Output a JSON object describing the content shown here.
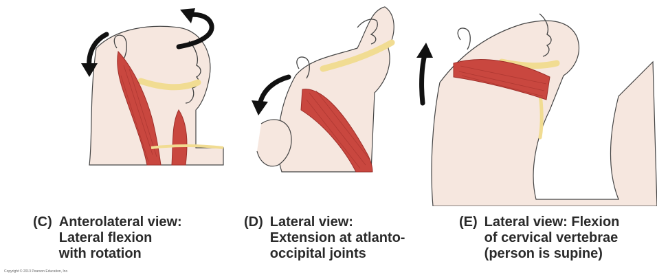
{
  "panels": [
    {
      "id": "c",
      "letter": "(C)",
      "lines": [
        "Anterolateral view:",
        "Lateral  flexion",
        "with rotation"
      ]
    },
    {
      "id": "d",
      "letter": "(D)",
      "lines": [
        "Lateral view:",
        "Extension at atlanto-",
        "occipital joints"
      ]
    },
    {
      "id": "e",
      "letter": "(E)",
      "lines": [
        "Lateral view: Flexion",
        "of cervical vertebrae",
        "(person is supine)"
      ]
    }
  ],
  "colors": {
    "muscle": "#c9473f",
    "muscle_dark": "#9e2f2a",
    "skin": "#f6e7df",
    "bone": "#f1dc92",
    "outline": "#444444",
    "arrow": "#111111",
    "text": "#2a2a2a"
  },
  "copyright": "Copyright © 2013 Pearson Education, Inc."
}
